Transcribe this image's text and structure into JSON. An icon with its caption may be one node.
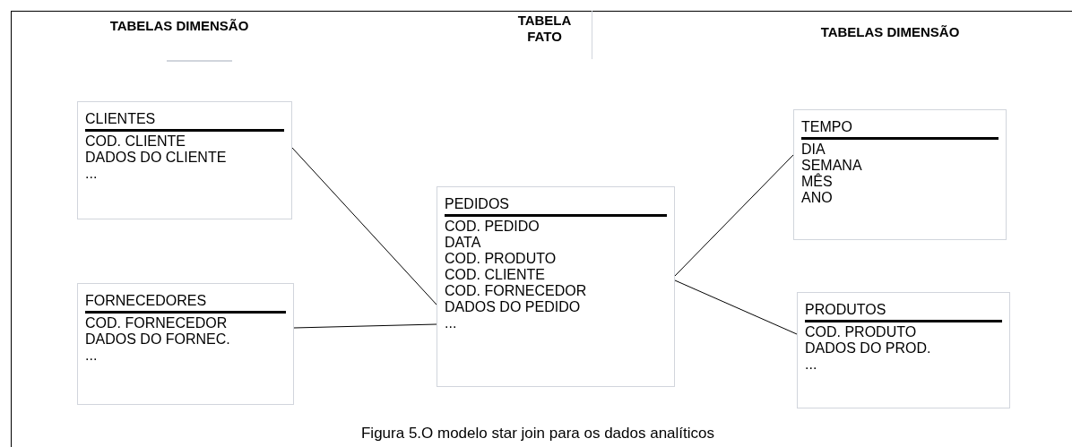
{
  "diagram": {
    "caption": "Figura 5.O modelo star join para os dados analíticos",
    "nodes": [
      {
        "text": [
          "CLIENTES",
          "COD. CLIENTE",
          "DADOS DO CLIENTE",
          "..."
        ]
      },
      {
        "text": [
          "FORNECEDORES",
          "COD. FORNECEDOR",
          "DADOS DO FORNEC.",
          "..."
        ]
      },
      {
        "text": [
          "PEDIDOS",
          "COD. PEDIDO",
          "DATA",
          "COD. PRODUTO",
          "COD. CLIENTE",
          "COD. FORNECEDOR",
          "DADOS DO PEDIDO",
          "..."
        ]
      },
      {
        "text": [
          "TEMPO",
          "DIA",
          "SEMANA",
          "MÊS",
          "ANO"
        ]
      },
      {
        "text": [
          "PRODUTOS",
          "COD. PRODUTO",
          "DADOS DO PROD.",
          "..."
        ]
      }
    ],
    "edges": [
      {
        "from": 0,
        "to": 2,
        "arrow": "none"
      },
      {
        "from": 1,
        "to": 2,
        "arrow": "none"
      },
      {
        "from": 2,
        "to": 3,
        "arrow": "none"
      },
      {
        "from": 2,
        "to": 4,
        "arrow": "none"
      }
    ],
    "labels": [
      "TABELAS DIMENSÃO",
      "TABELA FATO",
      "TABELAS DIMENSÃO"
    ]
  }
}
